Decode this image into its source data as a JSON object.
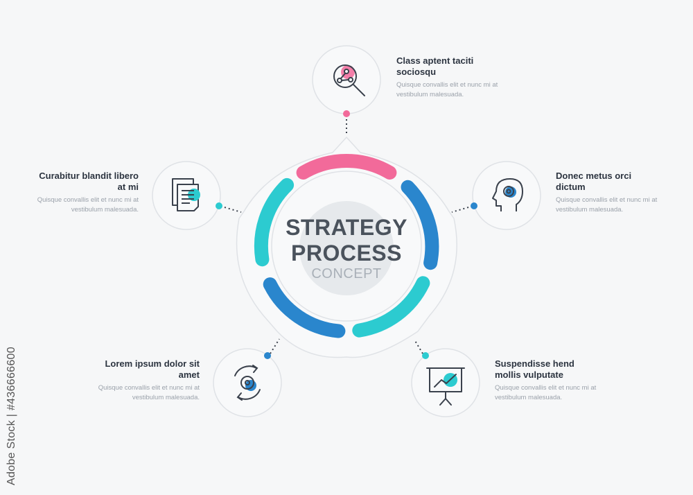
{
  "center": {
    "line1": "STRATEGY",
    "line2": "PROCESS",
    "line3": "CONCEPT"
  },
  "colors": {
    "pink": "#f26a9a",
    "teal": "#2ccbd0",
    "blue": "#2a86cd",
    "outline": "#dfe2e6",
    "icon": "#3a414c"
  },
  "steps": [
    {
      "title": "Class aptent taciti sociosqu",
      "desc": "Quisque convallis elit et nunc mi at vestibulum malesuada.",
      "icon": "molecule-search-icon",
      "color": "pink"
    },
    {
      "title": "Donec metus orci dictum",
      "desc": "Quisque convallis elit et nunc mi at vestibulum malesuada.",
      "icon": "head-gear-icon",
      "color": "blue"
    },
    {
      "title": "Suspendisse hend mollis vulputate",
      "desc": "Quisque convallis elit et nunc mi at vestibulum malesuada.",
      "icon": "presentation-chart-icon",
      "color": "teal"
    },
    {
      "title": "Lorem ipsum dolor sit amet",
      "desc": "Quisque convallis elit et nunc mi at vestibulum malesuada.",
      "icon": "gear-cycle-icon",
      "color": "blue"
    },
    {
      "title": "Curabitur blandit libero at mi",
      "desc": "Quisque convallis elit et nunc mi at vestibulum malesuada.",
      "icon": "documents-icon",
      "color": "teal"
    }
  ],
  "watermark": "Adobe Stock | #436666600"
}
